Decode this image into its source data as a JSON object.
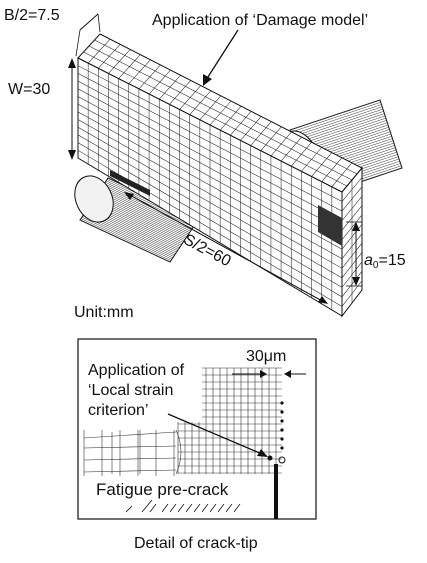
{
  "labels": {
    "half_thickness": "B/2=7.5",
    "width": "W=30",
    "damage_model": "Application of ‘Damage model’",
    "half_span": "S/2=60",
    "crack_a": "a",
    "crack_sub": "0",
    "crack_val": "=15",
    "unit": "Unit:mm",
    "local_strain_line1": "Application of",
    "local_strain_line2": "‘Local strain",
    "local_strain_line3": "criterion’",
    "size_30um": "30μm",
    "fatigue_precrack": "Fatigue pre-crack",
    "detail_caption": "Detail of crack-tip"
  }
}
